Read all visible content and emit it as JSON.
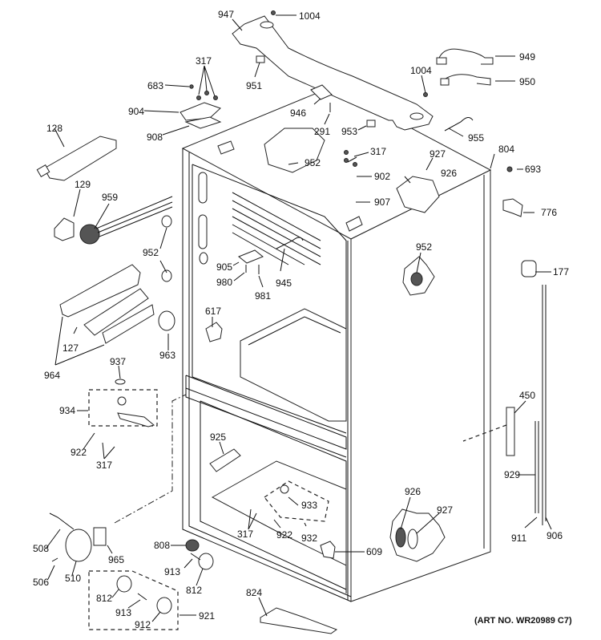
{
  "diagram": {
    "title": "Refrigerator case parts exploded view",
    "art_number": "(ART NO. WR20989 C7)",
    "callouts": [
      {
        "id": "c947a",
        "label": "947"
      },
      {
        "id": "c1004a",
        "label": "1004"
      },
      {
        "id": "c949",
        "label": "949"
      },
      {
        "id": "c950",
        "label": "950"
      },
      {
        "id": "c1004b",
        "label": "1004"
      },
      {
        "id": "c317a",
        "label": "317"
      },
      {
        "id": "c683",
        "label": "683"
      },
      {
        "id": "c951",
        "label": "951"
      },
      {
        "id": "c904",
        "label": "904"
      },
      {
        "id": "c946",
        "label": "946"
      },
      {
        "id": "c291",
        "label": "291"
      },
      {
        "id": "c953",
        "label": "953"
      },
      {
        "id": "c955",
        "label": "955"
      },
      {
        "id": "c908",
        "label": "908"
      },
      {
        "id": "c128",
        "label": "128"
      },
      {
        "id": "c804",
        "label": "804"
      },
      {
        "id": "c693",
        "label": "693"
      },
      {
        "id": "c317b",
        "label": "317"
      },
      {
        "id": "c927a",
        "label": "927"
      },
      {
        "id": "c952a",
        "label": "952"
      },
      {
        "id": "c926a",
        "label": "926"
      },
      {
        "id": "c902",
        "label": "902"
      },
      {
        "id": "c129",
        "label": "129"
      },
      {
        "id": "c959",
        "label": "959"
      },
      {
        "id": "c907",
        "label": "907"
      },
      {
        "id": "c776",
        "label": "776"
      },
      {
        "id": "c952b",
        "label": "952"
      },
      {
        "id": "c952c",
        "label": "952"
      },
      {
        "id": "c905",
        "label": "905"
      },
      {
        "id": "c945",
        "label": "945"
      },
      {
        "id": "c177",
        "label": "177"
      },
      {
        "id": "c980",
        "label": "980"
      },
      {
        "id": "c981",
        "label": "981"
      },
      {
        "id": "c617",
        "label": "617"
      },
      {
        "id": "c127",
        "label": "127"
      },
      {
        "id": "c963",
        "label": "963"
      },
      {
        "id": "c964",
        "label": "964"
      },
      {
        "id": "c937",
        "label": "937"
      },
      {
        "id": "c934",
        "label": "934"
      },
      {
        "id": "c450",
        "label": "450"
      },
      {
        "id": "c922a",
        "label": "922"
      },
      {
        "id": "c925",
        "label": "925"
      },
      {
        "id": "c317c",
        "label": "317"
      },
      {
        "id": "c929",
        "label": "929"
      },
      {
        "id": "c926b",
        "label": "926"
      },
      {
        "id": "c933",
        "label": "933"
      },
      {
        "id": "c927b",
        "label": "927"
      },
      {
        "id": "c508",
        "label": "508"
      },
      {
        "id": "c317d",
        "label": "317"
      },
      {
        "id": "c922b",
        "label": "922"
      },
      {
        "id": "c932",
        "label": "932"
      },
      {
        "id": "c911",
        "label": "911"
      },
      {
        "id": "c906",
        "label": "906"
      },
      {
        "id": "c965",
        "label": "965"
      },
      {
        "id": "c808",
        "label": "808"
      },
      {
        "id": "c609",
        "label": "609"
      },
      {
        "id": "c506",
        "label": "506"
      },
      {
        "id": "c510",
        "label": "510"
      },
      {
        "id": "c913a",
        "label": "913"
      },
      {
        "id": "c812a",
        "label": "812"
      },
      {
        "id": "c824",
        "label": "824"
      },
      {
        "id": "c812b",
        "label": "812"
      },
      {
        "id": "c913b",
        "label": "913"
      },
      {
        "id": "c912",
        "label": "912"
      },
      {
        "id": "c921",
        "label": "921"
      }
    ]
  }
}
